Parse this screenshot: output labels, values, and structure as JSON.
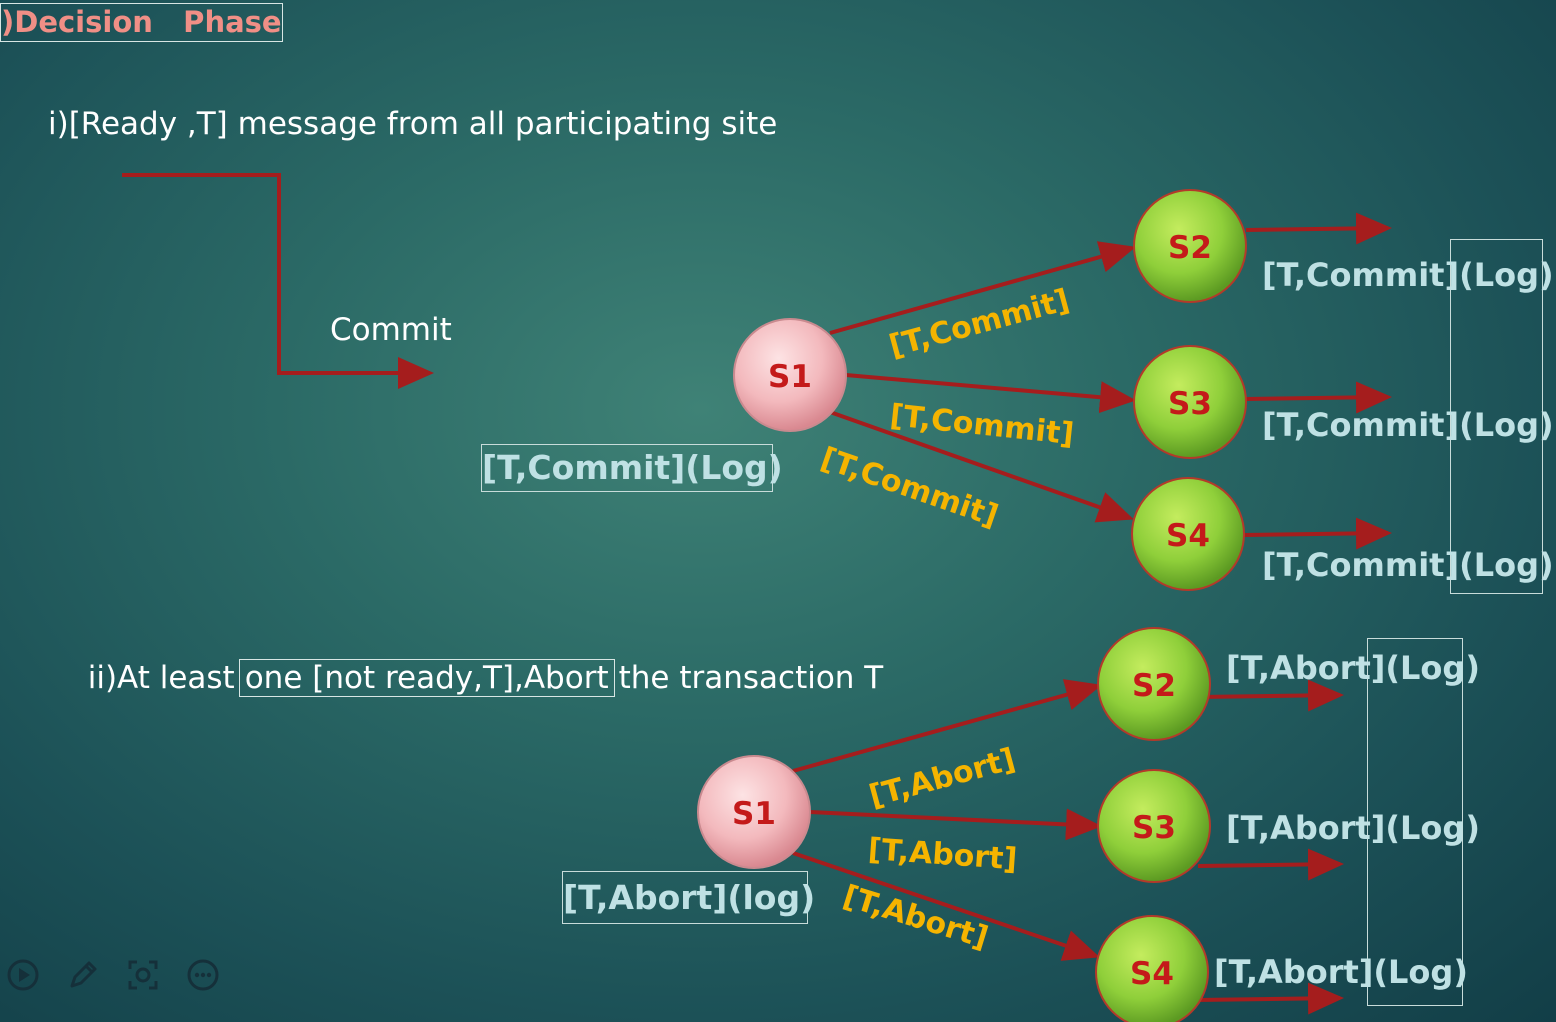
{
  "title": ")Decision   Phase",
  "section1": {
    "statement": "i)[Ready ,T] message from all participating site",
    "decision_label": "Commit",
    "coordinator": "S1",
    "coordinator_log": "[T,Commit](Log)",
    "participants": [
      "S2",
      "S3",
      "S4"
    ],
    "edge_labels": [
      "[T,Commit]",
      "[T,Commit]",
      "[T,Commit]"
    ],
    "participant_logs": [
      "[T,Commit](Log)",
      "[T,Commit](Log)",
      "[T,Commit](Log)"
    ]
  },
  "section2": {
    "statement_prefix": "ii)At least",
    "statement_boxed": "one [not ready,T],Abort",
    "statement_suffix": "the transaction T",
    "coordinator": "S1",
    "coordinator_log": "[T,Abort](log)",
    "participants": [
      "S2",
      "S3",
      "S4"
    ],
    "edge_labels": [
      "[T,Abort]",
      "[T,Abort]",
      "[T,Abort]"
    ],
    "participant_logs": [
      "[T,Abort](Log)",
      "[T,Abort](Log)",
      "[T,Abort](Log)"
    ]
  },
  "colors": {
    "arrow": "#a51d1d",
    "coordinator_node": "#f3b9bd",
    "participant_node": "#8fcf3a",
    "node_text": "#c41a1a",
    "edge_label": "#f5b400",
    "log_text": "#bfe1e4",
    "title_text": "#f08f86"
  },
  "toolbar": {
    "icons": [
      "play-icon",
      "pen-icon",
      "screenshot-icon",
      "more-icon"
    ]
  }
}
